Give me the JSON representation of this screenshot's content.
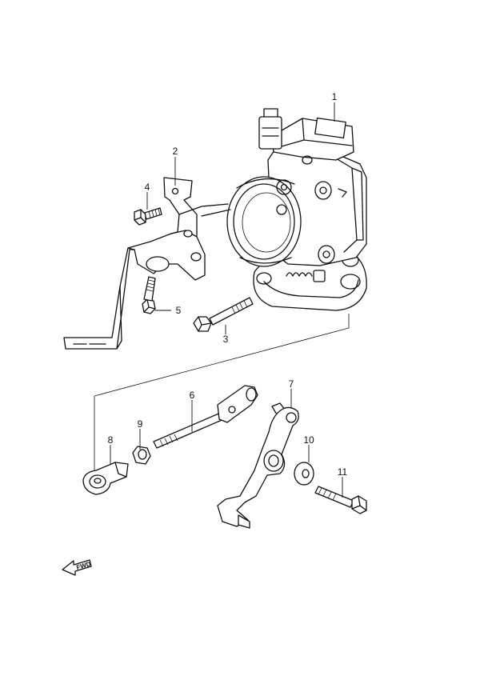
{
  "callouts": {
    "c1": "1",
    "c2": "2",
    "c3": "3",
    "c4": "4",
    "c5": "5",
    "c6": "6",
    "c7": "7",
    "c8": "8",
    "c9": "9",
    "c10": "10",
    "c11": "11"
  },
  "direction_marker": {
    "text": "FWD",
    "icon": "arrow-left-icon"
  },
  "colors": {
    "line": "#111111",
    "background": "#ffffff"
  }
}
